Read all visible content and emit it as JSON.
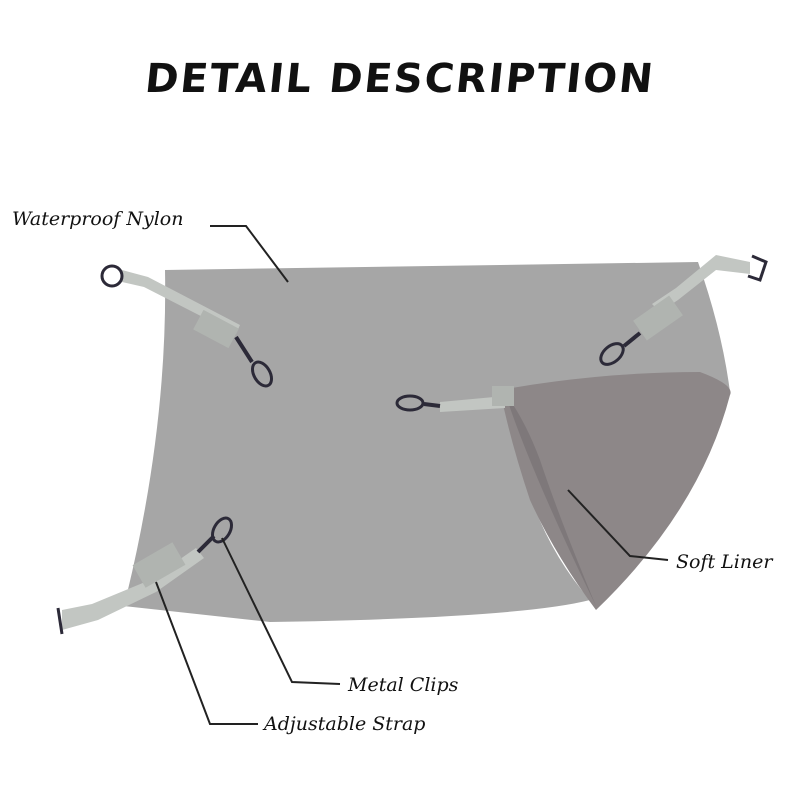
{
  "title": "DETAIL DESCRIPTION",
  "labels": {
    "waterproof_nylon": "Waterproof Nylon",
    "soft_liner": "Soft Liner",
    "metal_clips": "Metal Clips",
    "adjustable_strap": "Adjustable Strap"
  },
  "colors": {
    "nylon": "#a6a6a6",
    "liner": "#8d8788",
    "strap": "#c2c6c2",
    "clip": "#2c2a38",
    "text": "#111111"
  }
}
